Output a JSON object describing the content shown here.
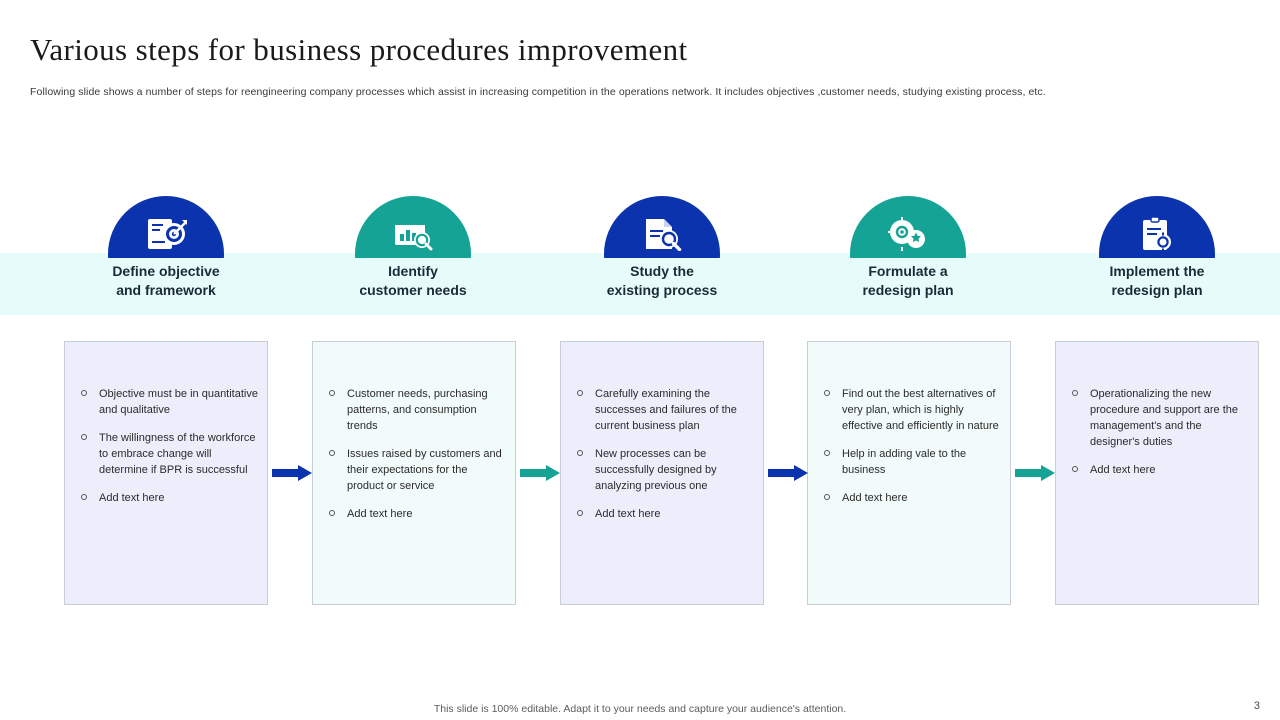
{
  "slide": {
    "title": "Various steps for business procedures improvement",
    "subtitle": "Following slide shows a number of steps for reengineering company processes which assist in increasing competition in the operations network. It includes objectives ,customer needs, studying existing process, etc.",
    "footer_note": "This slide is 100% editable. Adapt it to your needs and capture your audience's attention.",
    "page_number": "3",
    "colors": {
      "blue": "#0b33ad",
      "teal": "#14a394",
      "band": "#e6fcfb",
      "card_blue": "#eceefb",
      "card_green": "#f1fbfa",
      "card_border": "#c9cdd6"
    }
  },
  "steps": [
    {
      "heading_line1": "Define objective",
      "heading_line2": "and framework",
      "icon": "target-document-icon",
      "color": "blue",
      "bullets": [
        "Objective must be in quantitative and qualitative",
        "The willingness of the workforce to embrace change will determine if BPR is successful",
        "Add text here"
      ]
    },
    {
      "heading_line1": "Identify",
      "heading_line2": "customer needs",
      "icon": "chart-search-icon",
      "color": "teal",
      "bullets": [
        "Customer needs, purchasing patterns, and consumption trends",
        "Issues raised by customers and their expectations for the product or service",
        "Add text here"
      ]
    },
    {
      "heading_line1": "Study the",
      "heading_line2": "existing process",
      "icon": "document-magnifier-icon",
      "color": "blue",
      "bullets": [
        "Carefully examining the successes and failures of the current business plan",
        "New processes can be successfully designed by analyzing previous one",
        "Add text here"
      ]
    },
    {
      "heading_line1": "Formulate a",
      "heading_line2": "redesign plan",
      "icon": "gear-settings-icon",
      "color": "teal",
      "bullets": [
        "Find out the best alternatives of very plan, which is highly effective and efficiently in nature",
        "Help in adding vale to the business",
        "Add text here"
      ]
    },
    {
      "heading_line1": "Implement the",
      "heading_line2": "redesign plan",
      "icon": "clipboard-gear-icon",
      "color": "blue",
      "bullets": [
        "Operationalizing the new procedure and support are the management's and the designer's duties",
        "Add text here"
      ]
    }
  ],
  "arrows": [
    {
      "color": "blue"
    },
    {
      "color": "teal"
    },
    {
      "color": "blue"
    },
    {
      "color": "teal"
    }
  ]
}
